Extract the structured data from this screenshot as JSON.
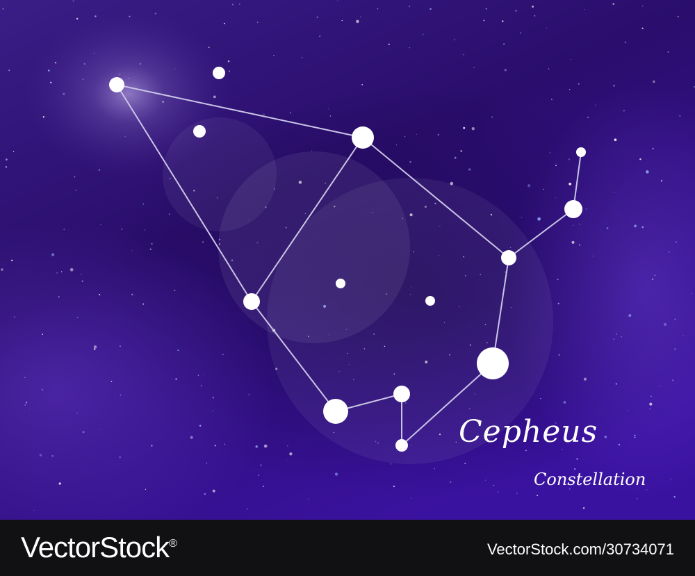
{
  "title": "Cepheus",
  "subtitle": "Constellation",
  "footer": {
    "logo": "VectorStock",
    "logo_registered": "®",
    "id_text": "VectorStock.com/30734071"
  },
  "colors": {
    "sky_top": "#3a1a8a",
    "sky_mid": "#2a0c6e",
    "sky_bottom": "#3d13a3",
    "line": "#c9c4e6",
    "star": "#ffffff",
    "footer_bg": "#111114"
  }
}
